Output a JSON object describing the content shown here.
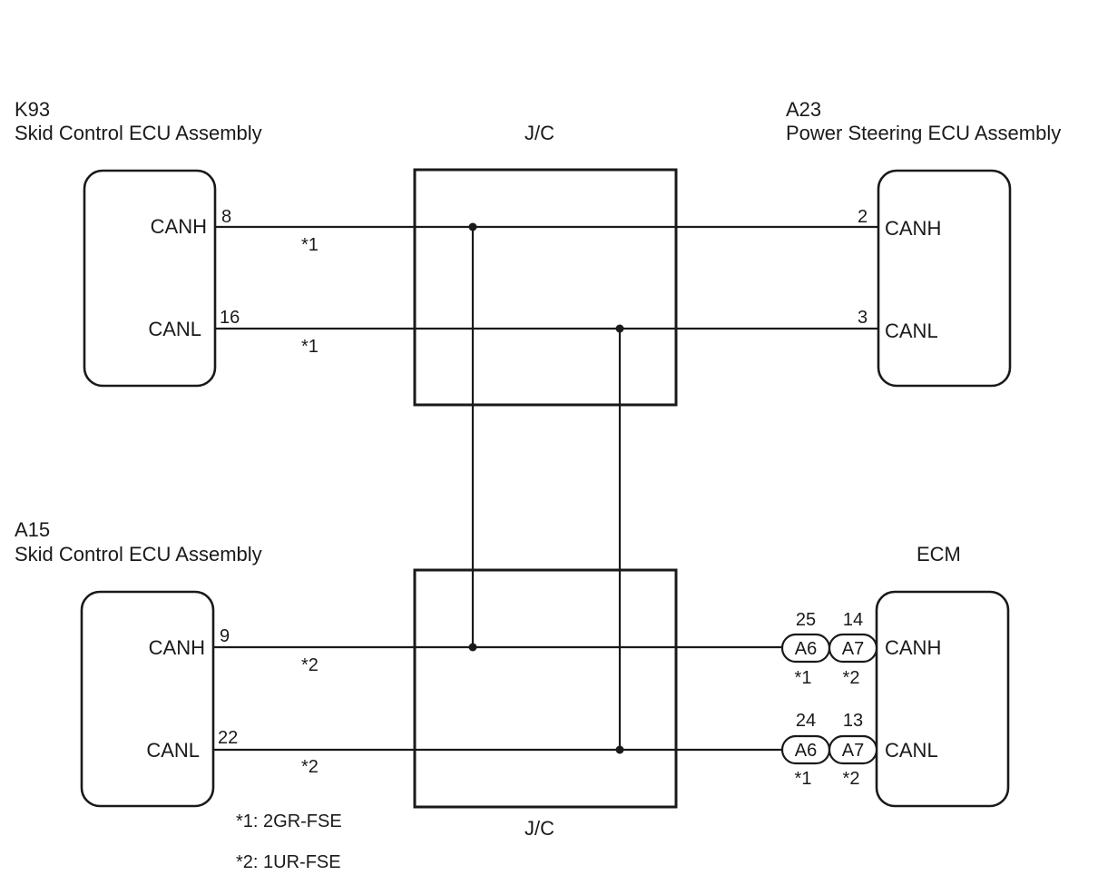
{
  "components": {
    "k93": {
      "id": "K93",
      "name": "Skid Control ECU Assembly"
    },
    "a23": {
      "id": "A23",
      "name": "Power Steering ECU Assembly"
    },
    "a15": {
      "id": "A15",
      "name": "Skid Control ECU Assembly"
    },
    "ecm": {
      "name": "ECM"
    }
  },
  "junctions": {
    "top": "J/C",
    "bottom": "J/C"
  },
  "signals": {
    "canh": "CANH",
    "canl": "CANL"
  },
  "pins": {
    "k93_canh": "8",
    "k93_canl": "16",
    "a23_canh": "2",
    "a23_canl": "3",
    "a15_canh": "9",
    "a15_canl": "22",
    "ecm_a6_canh": "25",
    "ecm_a7_canh": "14",
    "ecm_a6_canl": "24",
    "ecm_a7_canl": "13"
  },
  "connectors": {
    "a6": "A6",
    "a7": "A7"
  },
  "variant_marks": {
    "v1": "*1",
    "v2": "*2"
  },
  "notes": {
    "n1": "*1: 2GR-FSE",
    "n2": "*2: 1UR-FSE"
  }
}
